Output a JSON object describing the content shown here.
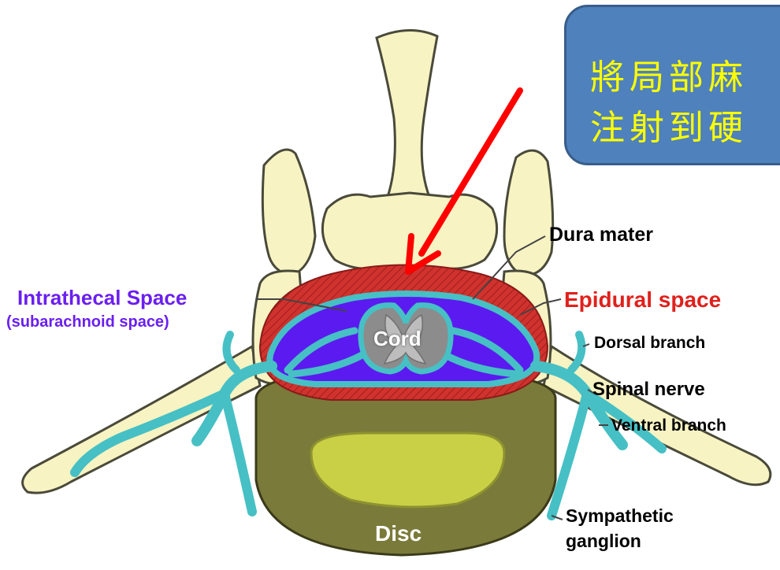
{
  "colors": {
    "bone": "#f7f3c3",
    "bone_outline": "#4a4a3a",
    "epidural": "#d0322e",
    "intrathecal": "#5b1bf0",
    "nerve": "#46c0c4",
    "cord": "#8c8c8c",
    "disc_outer": "#7a7a3a",
    "disc_inner": "#c9d046",
    "arrow": "#ff0000",
    "callout_bg": "#4f81bd",
    "callout_text": "#ffff00",
    "intrathecal_label": "#6a1ff0",
    "epidural_label": "#e0201c"
  },
  "callout": {
    "line1": "將局部麻",
    "line2": "注射到硬"
  },
  "labels": {
    "dura_mater": "Dura mater",
    "intrathecal_space": "Intrathecal Space",
    "subarachnoid_space": "(subarachnoid space)",
    "epidural_space": "Epidural space",
    "dorsal_branch": "Dorsal branch",
    "spinal_nerve": "Spinal nerve",
    "ventral_branch": "Ventral branch",
    "sympathetic_1": "Sympathetic",
    "sympathetic_2": "ganglion",
    "cord": "Cord",
    "disc": "Disc"
  }
}
